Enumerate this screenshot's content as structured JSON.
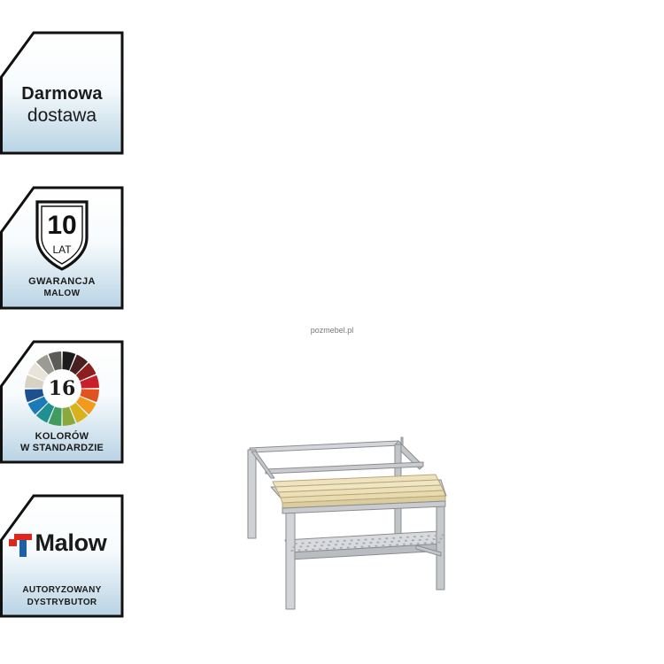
{
  "badges": [
    {
      "line1": "Darmowa",
      "line2": "dostawa",
      "icon": "delivery-badge"
    },
    {
      "number": "10",
      "unit": "LAT",
      "line1": "GWARANCJA",
      "line2": "MALOW",
      "icon": "shield-icon"
    },
    {
      "number": "16",
      "line1": "KOLORÓW",
      "line2": "W STANDARDZIE",
      "icon": "color-wheel-icon"
    },
    {
      "brand": "Malow",
      "line1": "AUTORYZOWANY",
      "line2": "DYSTRYBUTOR",
      "icon": "malow-logo-icon"
    }
  ],
  "watermark": "pozmebel.pl",
  "product": {
    "icon": "bench-image"
  },
  "colors": {
    "badge_border": "#111111",
    "badge_gradient_top": "#ffffff",
    "badge_gradient_bottom": "#bcd6e6",
    "logo_red": "#e1251b",
    "logo_blue": "#1f5fa8",
    "frame_metal": "#c9cbce",
    "bench_wood": "#ede0b8"
  }
}
